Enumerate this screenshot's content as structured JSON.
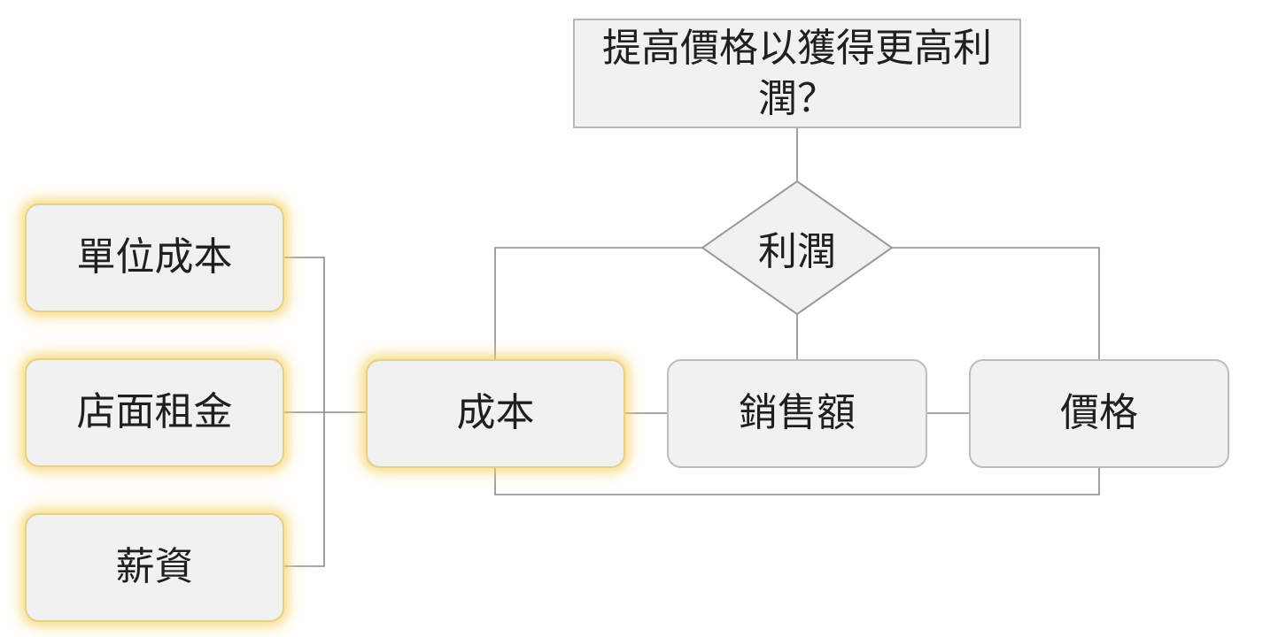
{
  "diagram": {
    "question": "提高價格以獲得更高利潤？",
    "decision": "利潤",
    "nodes": {
      "unit_cost": "單位成本",
      "store_rent": "店面租金",
      "salary": "薪資",
      "cost": "成本",
      "sales": "銷售額",
      "price": "價格"
    },
    "colors": {
      "node_fill": "#f1f1f1",
      "node_border": "#bdbdbd",
      "highlight_glow": "#f6ce5a",
      "connector": "#8a8a8a"
    }
  }
}
